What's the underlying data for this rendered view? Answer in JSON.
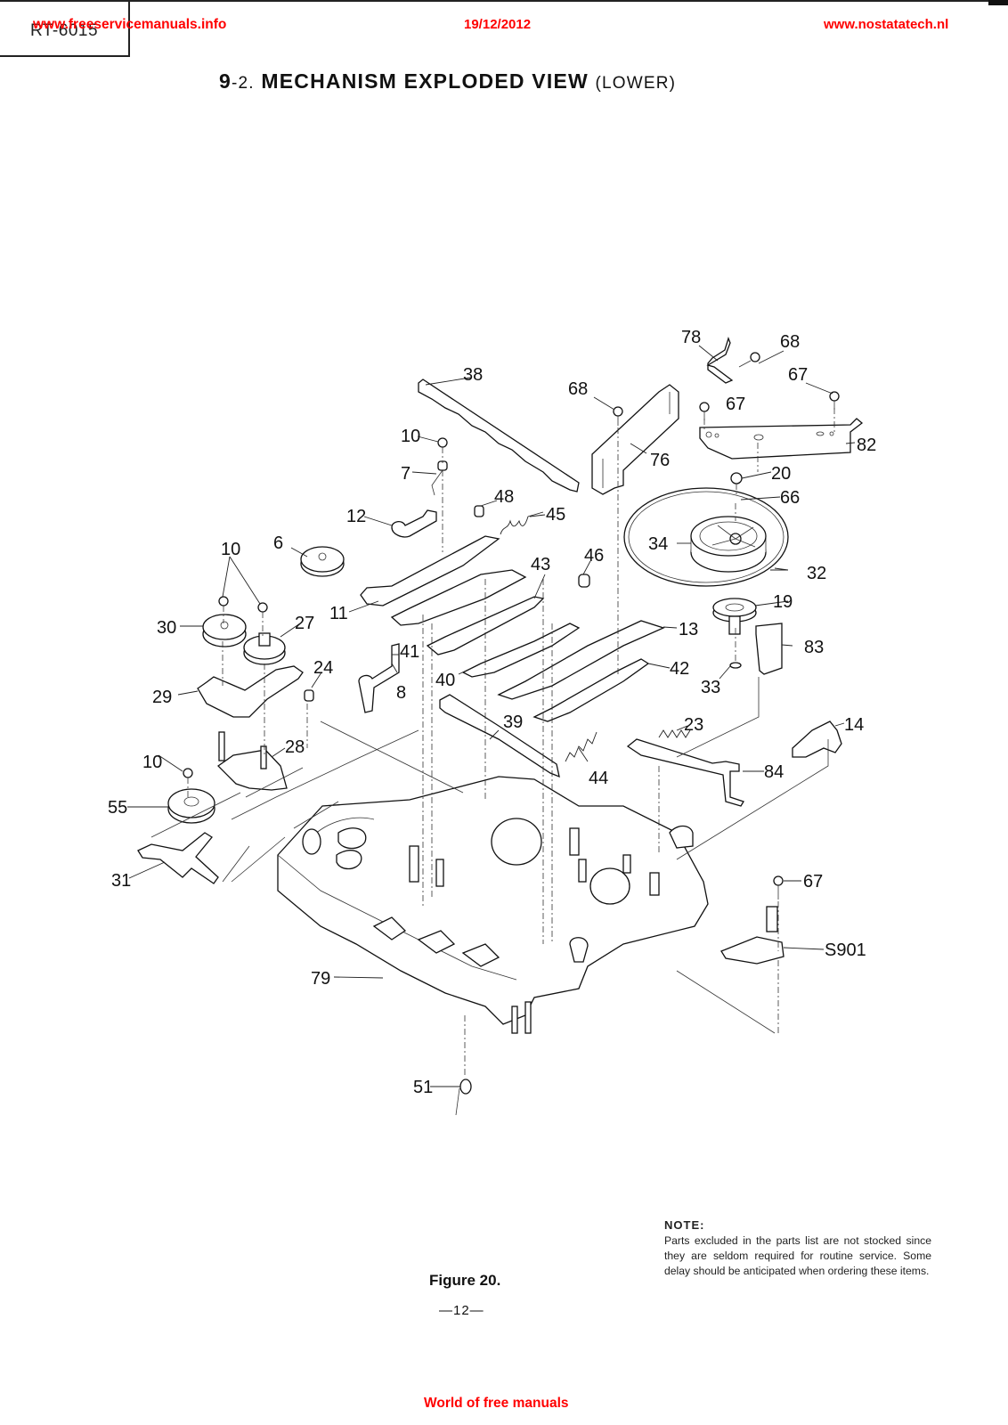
{
  "header": {
    "model_number": "RT-6015",
    "watermark_left": "www.freeservicemanuals.info",
    "watermark_date": "19/12/2012",
    "watermark_right": "www.nostatatech.nl"
  },
  "title": {
    "section": "9",
    "subsection": "-2.",
    "text": "MECHANISM EXPLODED VIEW",
    "qualifier": "(LOWER)"
  },
  "diagram": {
    "callouts": [
      {
        "id": "c78",
        "label": "78"
      },
      {
        "id": "c68a",
        "label": "68"
      },
      {
        "id": "c67a",
        "label": "67"
      },
      {
        "id": "c38",
        "label": "38"
      },
      {
        "id": "c68b",
        "label": "68"
      },
      {
        "id": "c67b",
        "label": "67"
      },
      {
        "id": "c82",
        "label": "82"
      },
      {
        "id": "c10a",
        "label": "10"
      },
      {
        "id": "c76",
        "label": "76"
      },
      {
        "id": "c20",
        "label": "20"
      },
      {
        "id": "c7",
        "label": "7"
      },
      {
        "id": "c66",
        "label": "66"
      },
      {
        "id": "c48",
        "label": "48"
      },
      {
        "id": "c12",
        "label": "12"
      },
      {
        "id": "c45",
        "label": "45"
      },
      {
        "id": "c10b",
        "label": "10"
      },
      {
        "id": "c6",
        "label": "6"
      },
      {
        "id": "c34",
        "label": "34"
      },
      {
        "id": "c46",
        "label": "46"
      },
      {
        "id": "c43",
        "label": "43"
      },
      {
        "id": "c32",
        "label": "32"
      },
      {
        "id": "c11",
        "label": "11"
      },
      {
        "id": "c19",
        "label": "19"
      },
      {
        "id": "c30",
        "label": "30"
      },
      {
        "id": "c27",
        "label": "27"
      },
      {
        "id": "c13",
        "label": "13"
      },
      {
        "id": "c83",
        "label": "83"
      },
      {
        "id": "c41",
        "label": "41"
      },
      {
        "id": "c24",
        "label": "24"
      },
      {
        "id": "c40",
        "label": "40"
      },
      {
        "id": "c42",
        "label": "42"
      },
      {
        "id": "c29",
        "label": "29"
      },
      {
        "id": "c8",
        "label": "8"
      },
      {
        "id": "c33",
        "label": "33"
      },
      {
        "id": "c39",
        "label": "39"
      },
      {
        "id": "c23",
        "label": "23"
      },
      {
        "id": "c14",
        "label": "14"
      },
      {
        "id": "c28",
        "label": "28"
      },
      {
        "id": "c10c",
        "label": "10"
      },
      {
        "id": "c44",
        "label": "44"
      },
      {
        "id": "c84",
        "label": "84"
      },
      {
        "id": "c55",
        "label": "55"
      },
      {
        "id": "c31",
        "label": "31"
      },
      {
        "id": "c67c",
        "label": "67"
      },
      {
        "id": "cS901",
        "label": "S901"
      },
      {
        "id": "c79",
        "label": "79"
      },
      {
        "id": "c51",
        "label": "51"
      }
    ]
  },
  "note": {
    "heading": "NOTE:",
    "body": "Parts excluded in the parts list are not stocked since they are seldom required for routine service. Some delay should be anticipated when ordering these items."
  },
  "figure": {
    "caption": "Figure 20.",
    "page_number": "—12—"
  },
  "footer": {
    "watermark": "World of free manuals"
  }
}
